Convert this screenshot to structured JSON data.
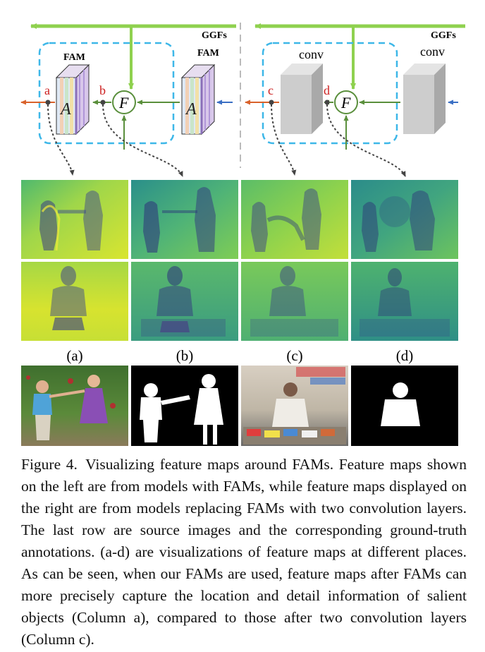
{
  "diagram": {
    "left": {
      "ggfs_label": "GGFs",
      "module_label": "FAM",
      "module_label_2": "FAM",
      "module_symbol": "A",
      "module_symbol_2": "A",
      "fusion_symbol": "F",
      "tap_a": "a",
      "tap_b": "b"
    },
    "right": {
      "ggfs_label": "GGFs",
      "module_label": "conv",
      "module_label_2": "conv",
      "fusion_symbol": "F",
      "tap_c": "c",
      "tap_d": "d"
    },
    "colors": {
      "ggf_arrow": "#8fd14f",
      "dashed_box": "#3db7e8",
      "tap_red": "#cc1f1f",
      "arrow_orange": "#d9622b",
      "arrow_blue": "#3a6fc4",
      "arrow_green": "#5a8f3c",
      "conv_block": "#c8c8c8"
    }
  },
  "column_labels": [
    "(a)",
    "(b)",
    "(c)",
    "(d)"
  ],
  "caption": {
    "label": "Figure 4.",
    "text": "Visualizing feature maps around FAMs. Feature maps shown on the left are from models with FAMs, while feature maps displayed on the right are from models replacing FAMs with two convolution layers. The last row are source images and the corresponding ground-truth annotations. (a-d) are visualizations of feature maps at different places. As can be seen, when our FAMs are used, feature maps after FAMs can more precisely capture the location and detail information of salient objects (Column a), compared to those after two convolution layers (Column c)."
  }
}
